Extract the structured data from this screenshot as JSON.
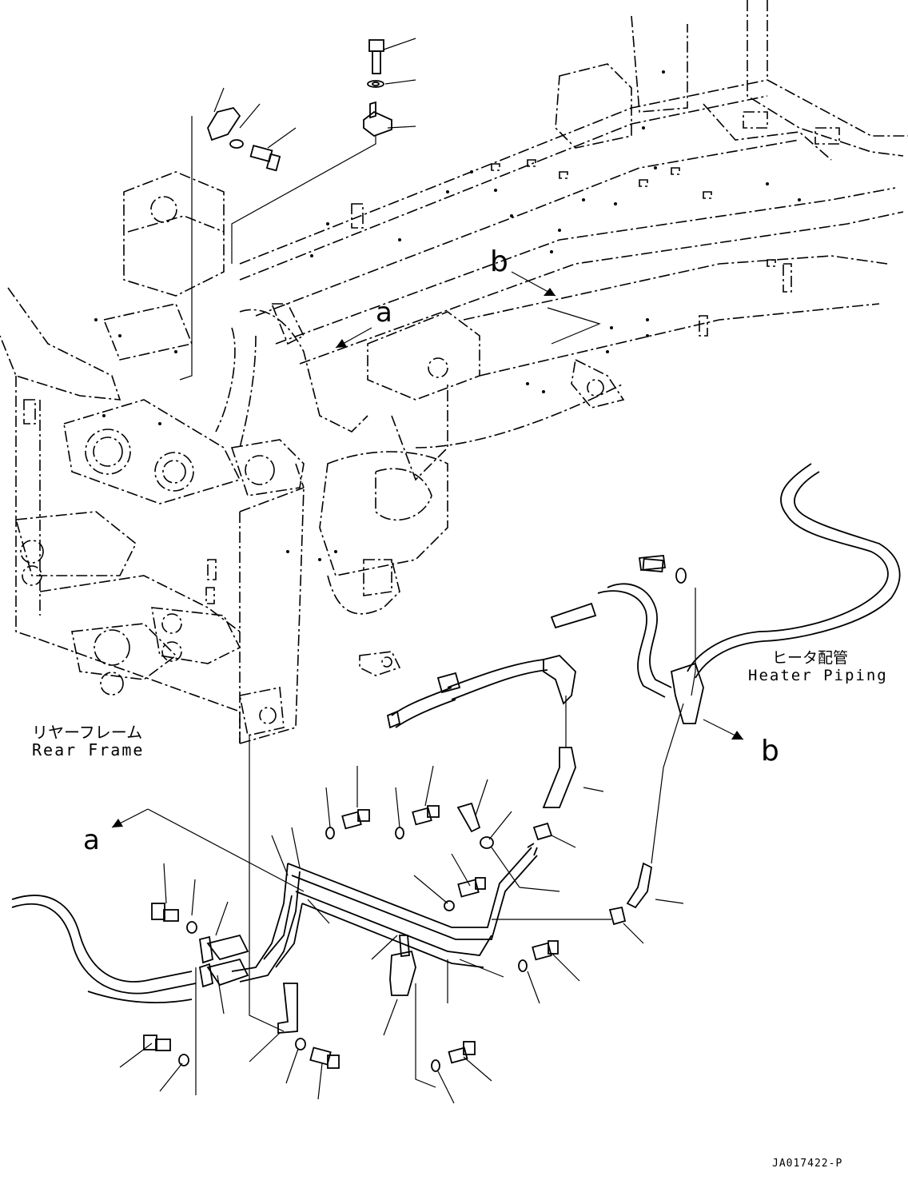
{
  "labels": {
    "rear_frame_jp": "リヤーフレーム",
    "rear_frame_en": "Rear Frame",
    "heater_piping_jp": "ヒータ配管",
    "heater_piping_en": "Heater Piping"
  },
  "refs": {
    "a_upper": "a",
    "a_lower": "a",
    "b_upper": "b",
    "b_lower": "b"
  },
  "drawing_code": "JA017422-P",
  "colors": {
    "line": "#000000",
    "background": "#ffffff"
  }
}
